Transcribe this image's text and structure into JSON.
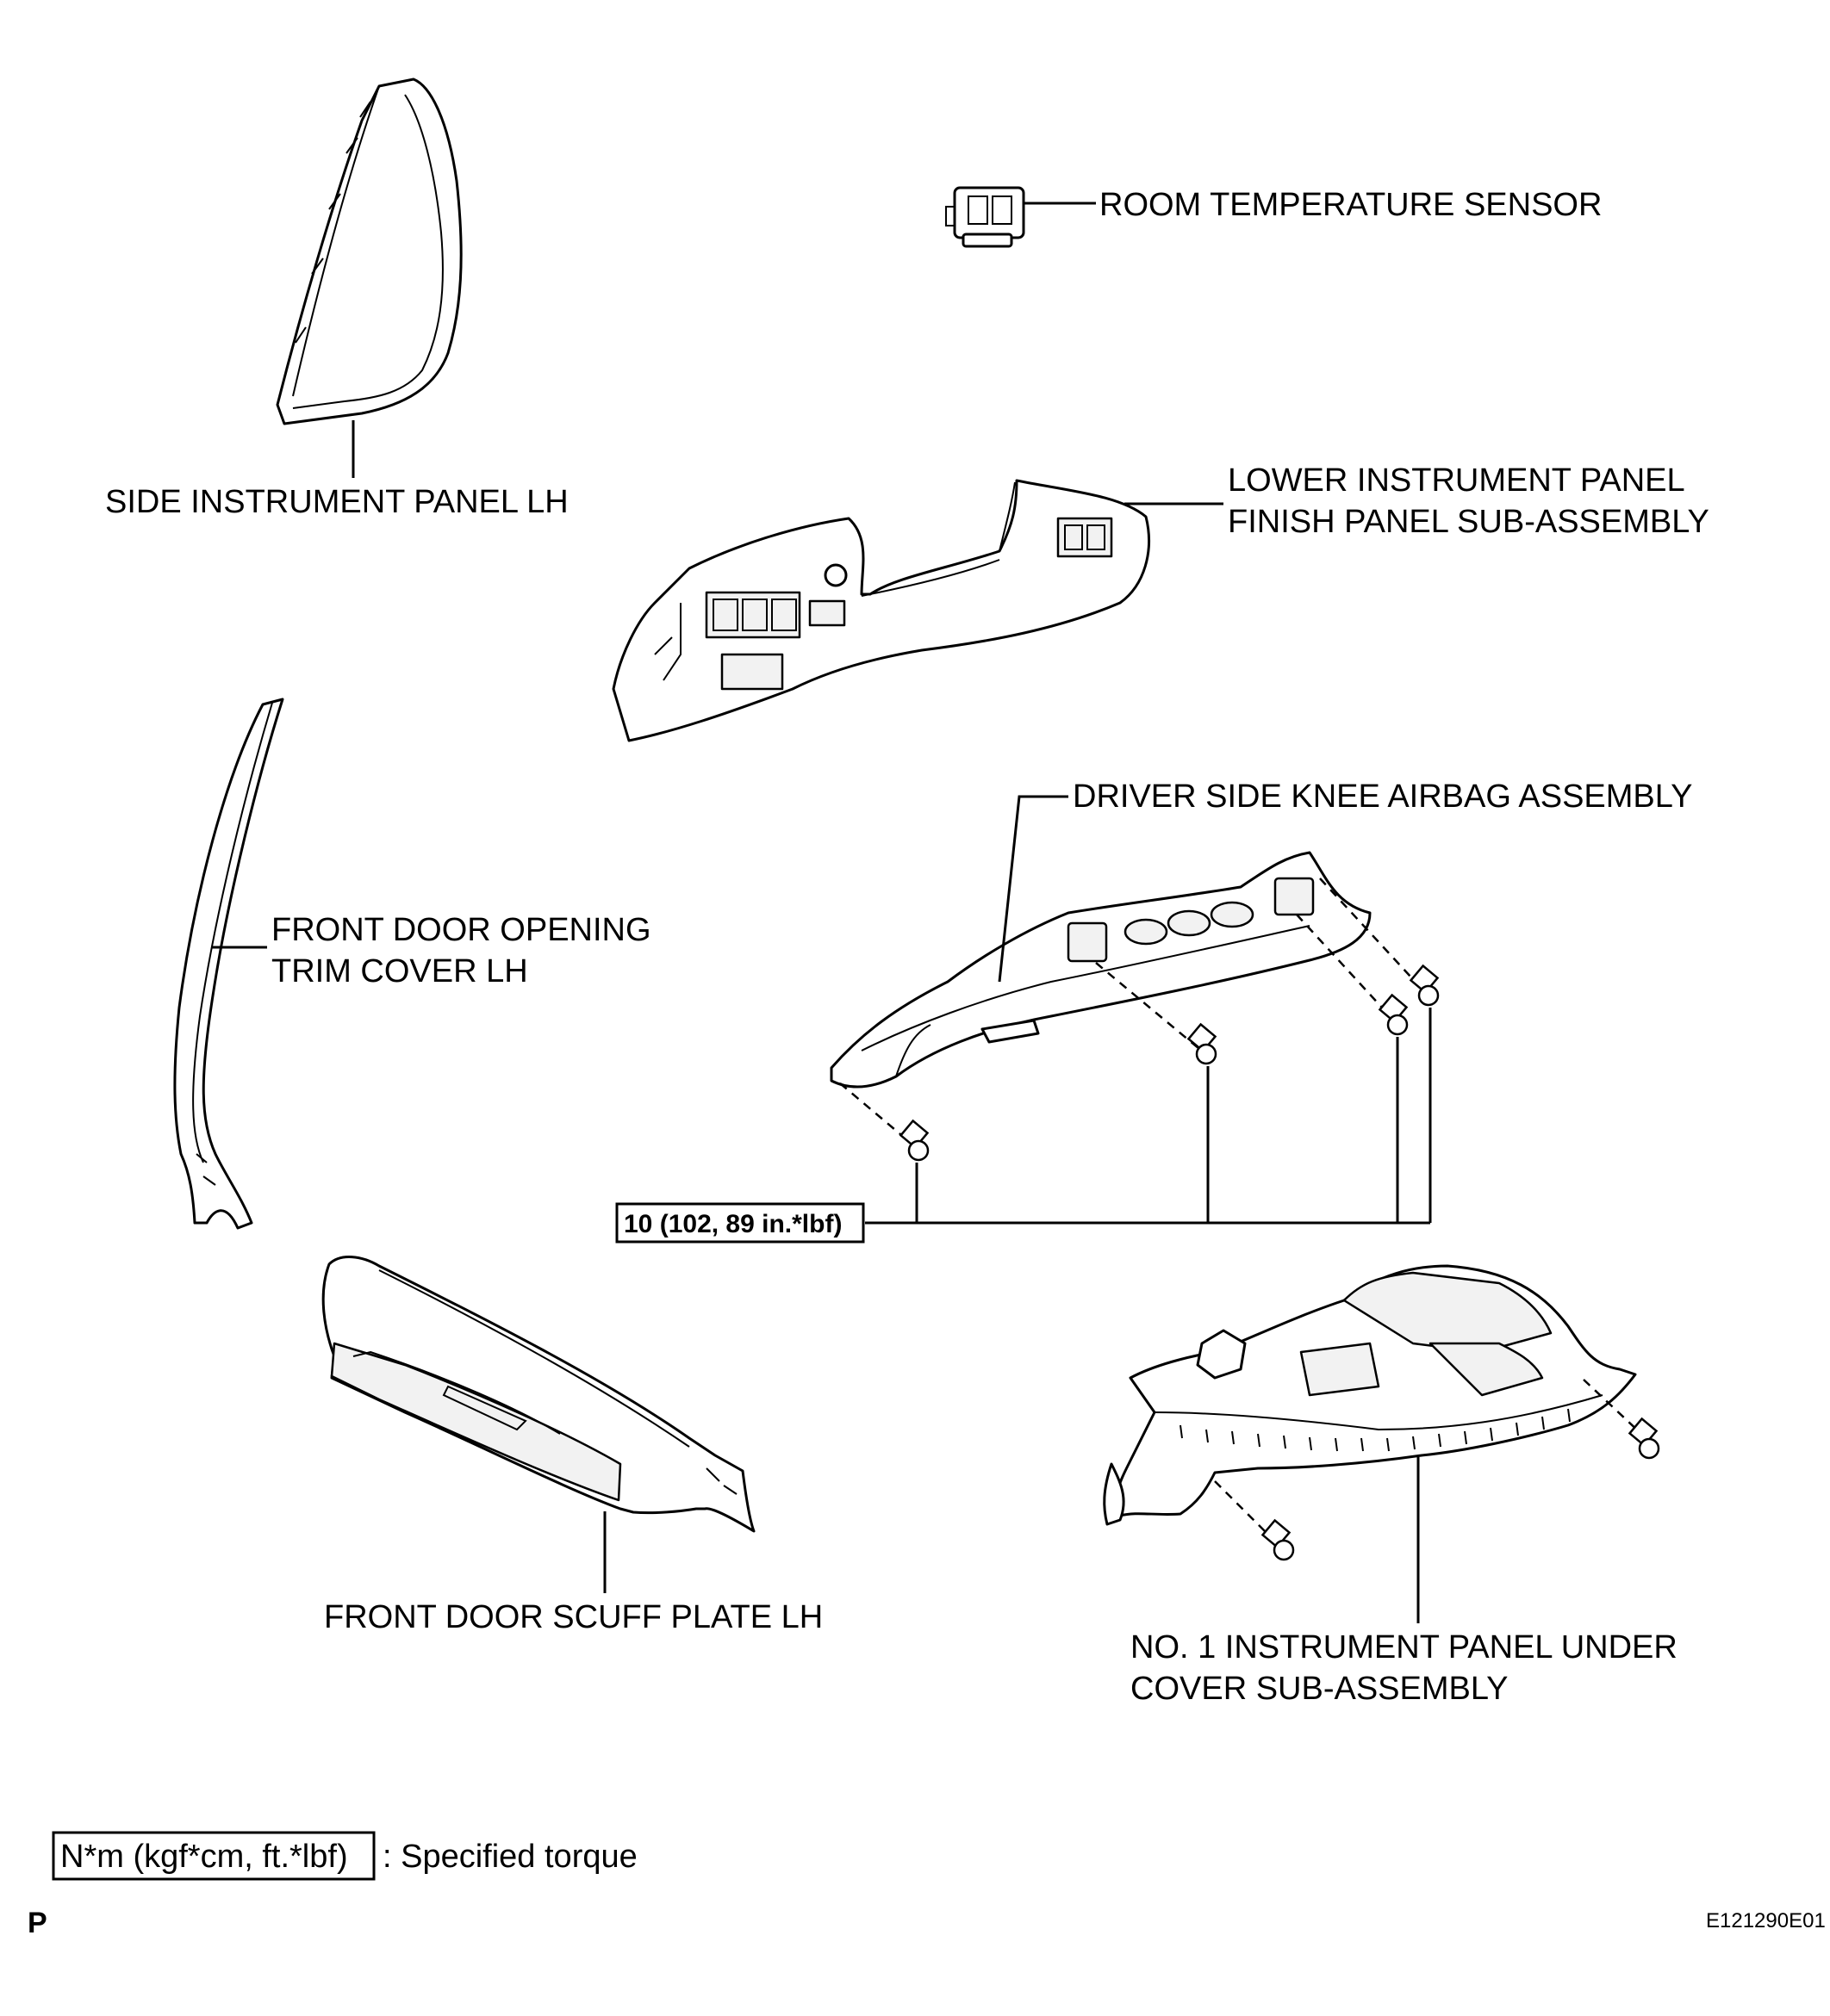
{
  "labels": {
    "room_temperature_sensor": "ROOM TEMPERATURE SENSOR",
    "side_instrument_panel_lh": "SIDE INSTRUMENT PANEL LH",
    "lower_instrument_panel_line1": "LOWER INSTRUMENT PANEL",
    "lower_instrument_panel_line2": "FINISH PANEL SUB-ASSEMBLY",
    "driver_side_knee_airbag": "DRIVER SIDE KNEE AIRBAG ASSEMBLY",
    "front_door_opening_line1": "FRONT DOOR OPENING",
    "front_door_opening_line2": "TRIM COVER LH",
    "front_door_scuff_plate_lh": "FRONT DOOR SCUFF PLATE LH",
    "under_cover_line1": "NO. 1 INSTRUMENT PANEL UNDER",
    "under_cover_line2": "COVER SUB-ASSEMBLY"
  },
  "torque": {
    "spec": "10 (102, 89 in.*lbf)"
  },
  "legend": {
    "unit_box": "N*m (kgf*cm, ft.*lbf)",
    "description": ": Specified torque"
  },
  "footer": {
    "page_letter": "P",
    "figure_code": "E121290E01"
  },
  "colors": {
    "line": "#000000",
    "background": "#ffffff"
  }
}
